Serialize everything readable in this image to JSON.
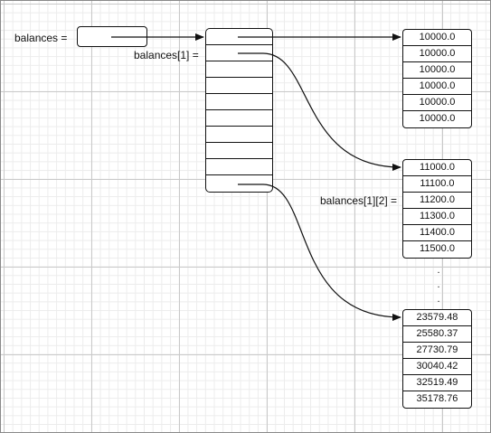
{
  "labels": {
    "balances": "balances =",
    "balances_row": "balances[1] =",
    "balances_elem": "balances[1][2] ="
  },
  "ref_array_rows": 10,
  "arrays": [
    {
      "values": [
        "10000.0",
        "10000.0",
        "10000.0",
        "10000.0",
        "10000.0",
        "10000.0"
      ]
    },
    {
      "values": [
        "11000.0",
        "11100.0",
        "11200.0",
        "11300.0",
        "11400.0",
        "11500.0"
      ]
    },
    {
      "values": [
        "23579.48",
        "25580.37",
        "27730.79",
        "30040.42",
        "32519.49",
        "35178.76"
      ]
    }
  ],
  "ellipsis": ".",
  "colors": {
    "line": "#111111",
    "grid": "#c9c9c9"
  }
}
